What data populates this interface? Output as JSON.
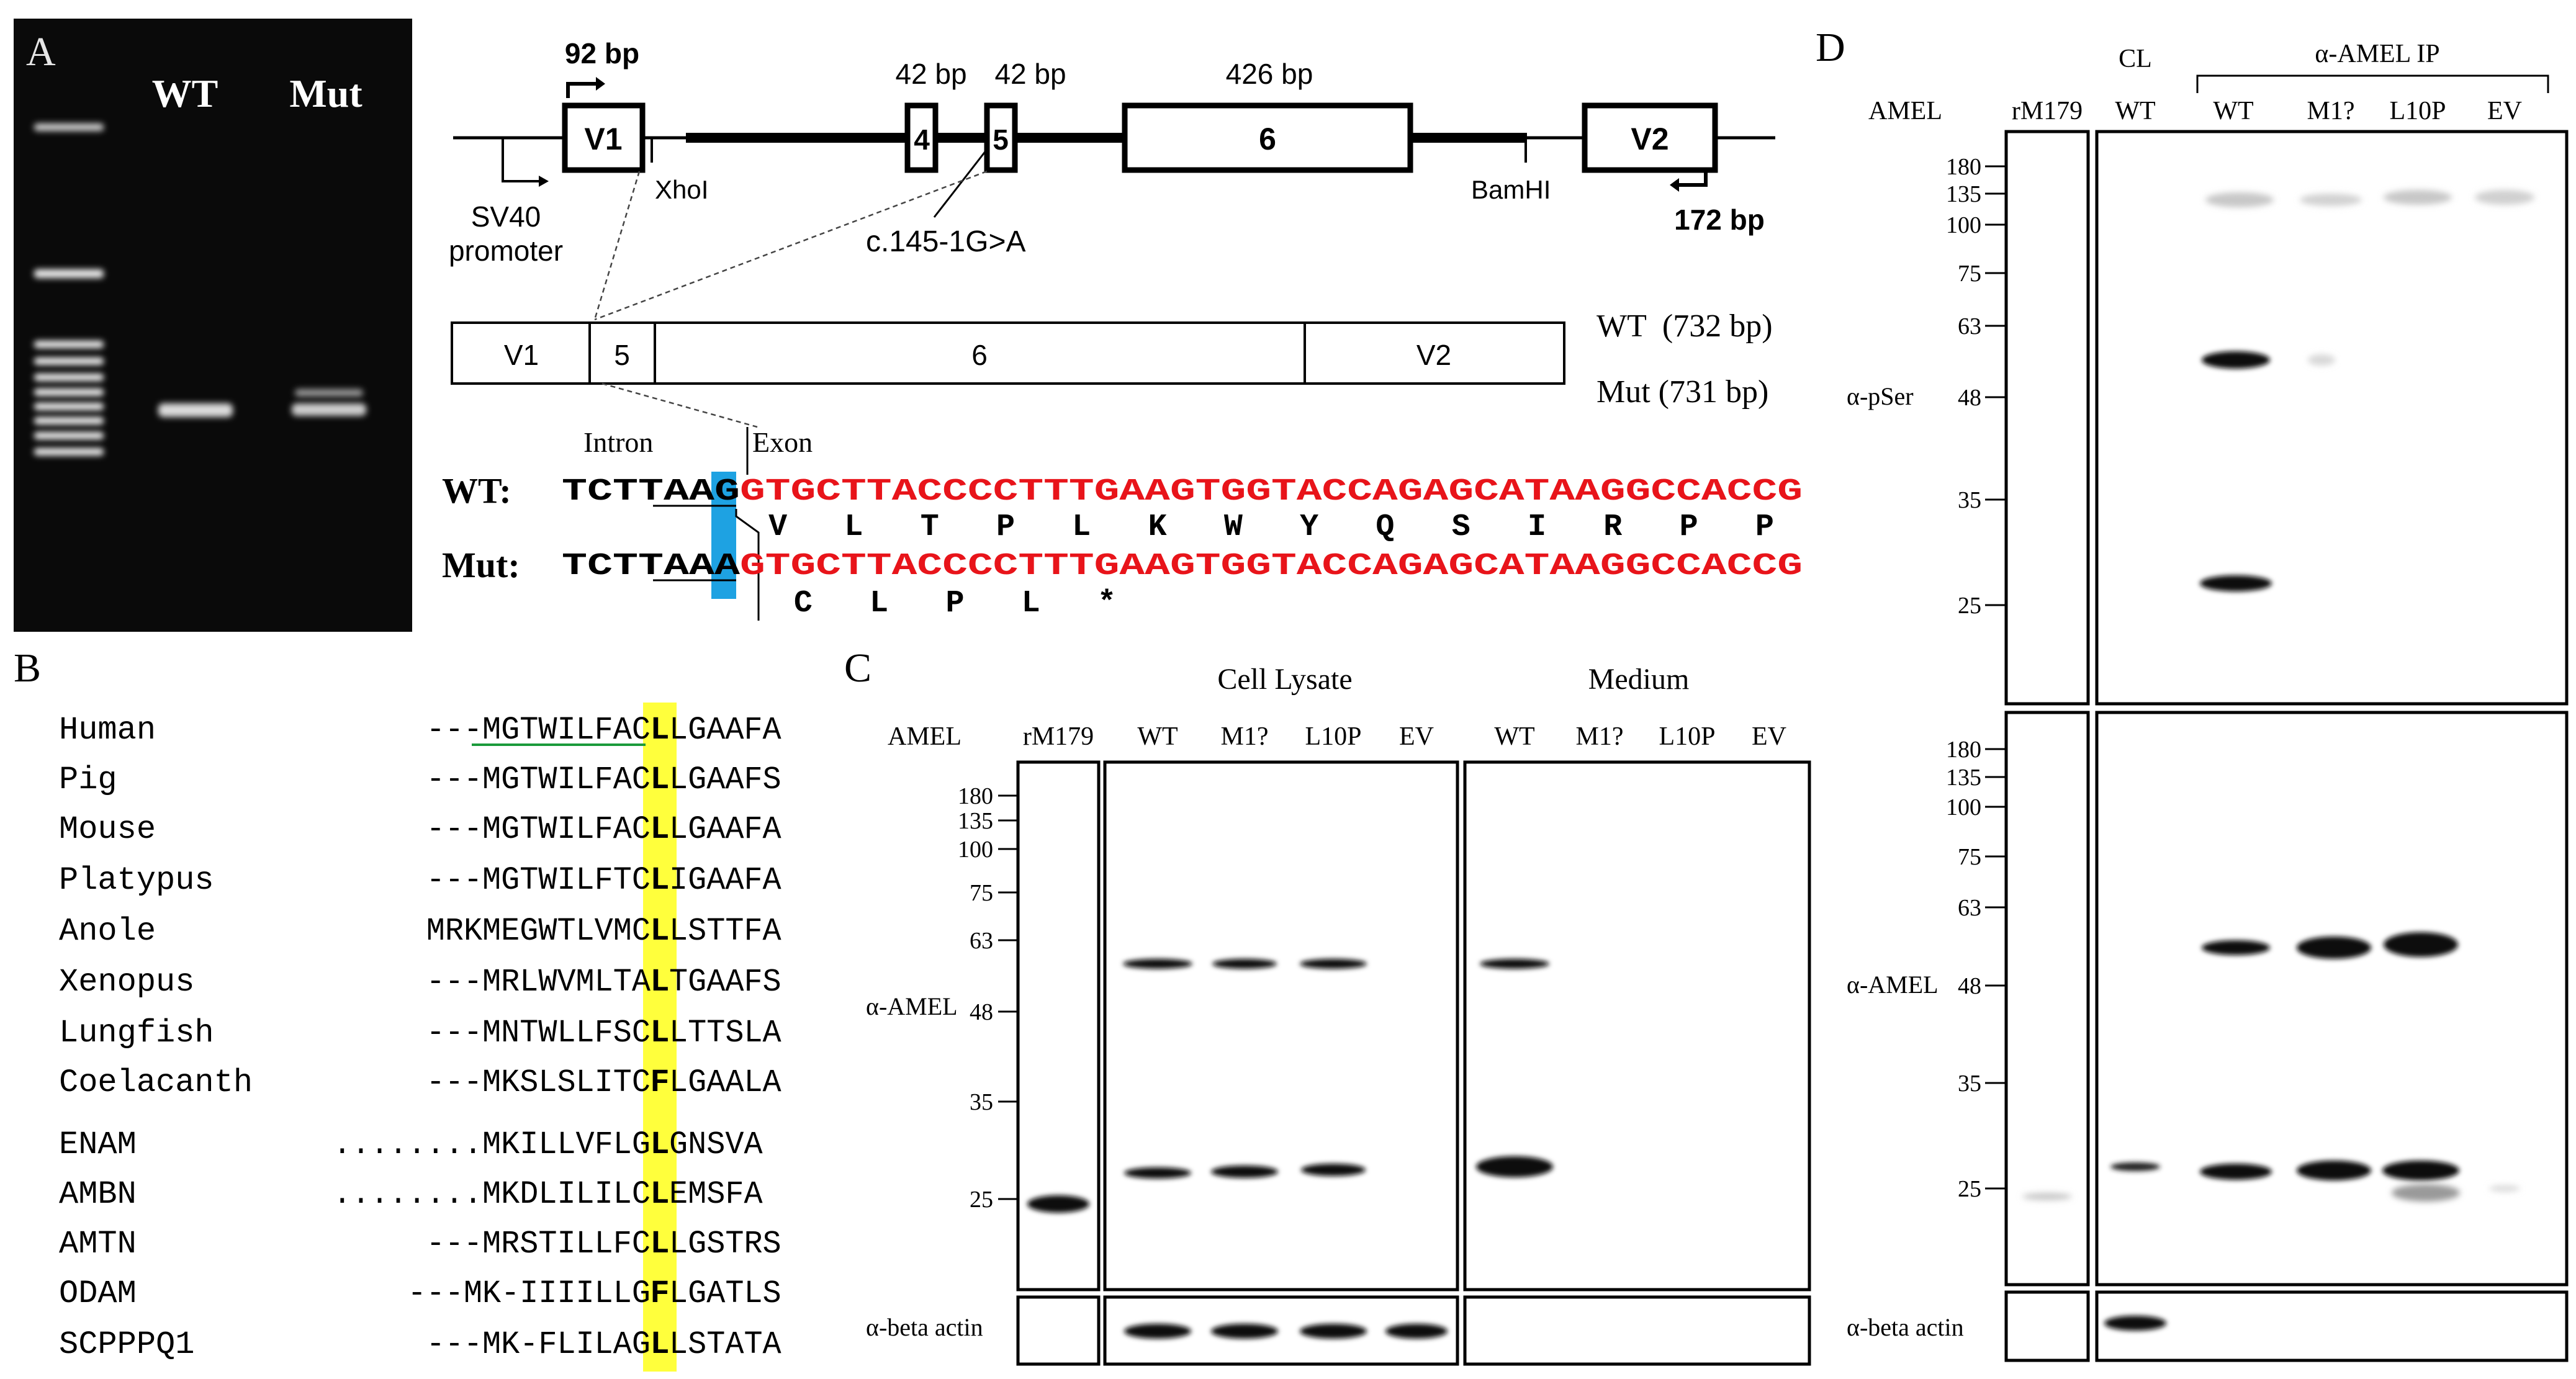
{
  "panelA": {
    "letter": "A",
    "gel": {
      "lane_labels": [
        "WT",
        "Mut"
      ]
    },
    "construct": {
      "v1": "V1",
      "e4": "4",
      "e5": "5",
      "e6": "6",
      "v2": "V2",
      "len_v1": "92 bp",
      "len_e4": "42 bp",
      "len_e5": "42 bp",
      "len_e6": "426 bp",
      "len_v2": "172 bp",
      "promoter": [
        "SV40",
        "promoter"
      ],
      "xhoi": "XhoI",
      "bamhi": "BamHI",
      "mutation": "c.145-1G>A"
    },
    "transcript": {
      "seg_v1": "V1",
      "seg_5": "5",
      "seg_6": "6",
      "seg_v2": "V2",
      "wt_len": "WT  (732 bp)",
      "mut_len": "Mut (731 bp)"
    },
    "sequence": {
      "intron_label": "Intron",
      "exon_label": "Exon",
      "wt_label": "WT:",
      "wt_intron": "TCTTAA",
      "wt_last": "G",
      "wt_exon": "GTGCTTACCCCTTTGAAGTGGTACCAGAGCATAAGGCCACCG",
      "wt_aa": [
        "V",
        "L",
        "T",
        "P",
        "L",
        "K",
        "W",
        "Y",
        "Q",
        "S",
        "I",
        "R",
        "P",
        "P"
      ],
      "mut_label": "Mut:",
      "mut_intron": "TCTTAA",
      "mut_last": "A",
      "mut_exon": "GTGCTTACCCCTTTGAAGTGGTACCAGAGCATAAGGCCACCG",
      "mut_aa": [
        "C",
        "L",
        "P",
        "L",
        "*"
      ]
    }
  },
  "panelB": {
    "letter": "B",
    "rows": [
      {
        "name": "Human",
        "pre": "---MG",
        "mid": "TWILFAC",
        "res": "L",
        "post": "LGAAFA"
      },
      {
        "name": "Pig",
        "pre": "---MGTWILFAC",
        "mid": "",
        "res": "L",
        "post": "LGAAFS"
      },
      {
        "name": "Mouse",
        "pre": "---MGTWILFAC",
        "mid": "",
        "res": "L",
        "post": "LGAAFA"
      },
      {
        "name": "Platypus",
        "pre": "---MGTWILFTC",
        "mid": "",
        "res": "L",
        "post": "IGAAFA"
      },
      {
        "name": "Anole",
        "pre": "MRKMEGWTLVMC",
        "mid": "",
        "res": "L",
        "post": "LSTTFA"
      },
      {
        "name": "Xenopus",
        "pre": "---MRLWVMLTA",
        "mid": "",
        "res": "L",
        "post": "TGAAFS"
      },
      {
        "name": "Lungfish",
        "pre": "---MNTWLLFSC",
        "mid": "",
        "res": "L",
        "post": "LTTSLA"
      },
      {
        "name": "Coelacanth",
        "pre": "---MKSLSLITC",
        "mid": "",
        "res": "F",
        "post": "LGAALA"
      },
      {
        "name": "ENAM",
        "pre": "........MKILLVFLG",
        "mid": "",
        "res": "L",
        "post": "GNSVA"
      },
      {
        "name": "AMBN",
        "pre": "........MKDLILILC",
        "mid": "",
        "res": "L",
        "post": "EMSFA"
      },
      {
        "name": "AMTN",
        "pre": "---MRSTILLFC",
        "mid": "",
        "res": "L",
        "post": "LGSTRS"
      },
      {
        "name": "ODAM",
        "pre": "---MK-IIIILLG",
        "mid": "",
        "res": "F",
        "post": "LGATLS"
      },
      {
        "name": "SCPPPQ1",
        "pre": "---MK-FLILAG",
        "mid": "",
        "res": "L",
        "post": "LSTATA"
      }
    ]
  },
  "panelC": {
    "letter": "C",
    "group_cell": "Cell Lysate",
    "group_medium": "Medium",
    "amel_label": "AMEL",
    "lanes": [
      "rM179",
      "WT",
      "M1?",
      "L10P",
      "EV",
      "WT",
      "M1?",
      "L10P",
      "EV"
    ],
    "markers": [
      "180",
      "135",
      "100",
      "75",
      "63",
      "48",
      "35",
      "25"
    ],
    "ab_amel": "α-AMEL",
    "ab_actin": "α-beta actin"
  },
  "panelD": {
    "letter": "D",
    "amel_label": "AMEL",
    "group_cl": "CL",
    "group_ip": "α-AMEL IP",
    "lanes": [
      "rM179",
      "WT",
      "WT",
      "M1?",
      "L10P",
      "EV"
    ],
    "markers": [
      "180",
      "135",
      "100",
      "75",
      "63",
      "48",
      "35",
      "25"
    ],
    "ab_pser": "α-pSer",
    "ab_amel": "α-AMEL",
    "ab_actin": "α-beta actin"
  }
}
